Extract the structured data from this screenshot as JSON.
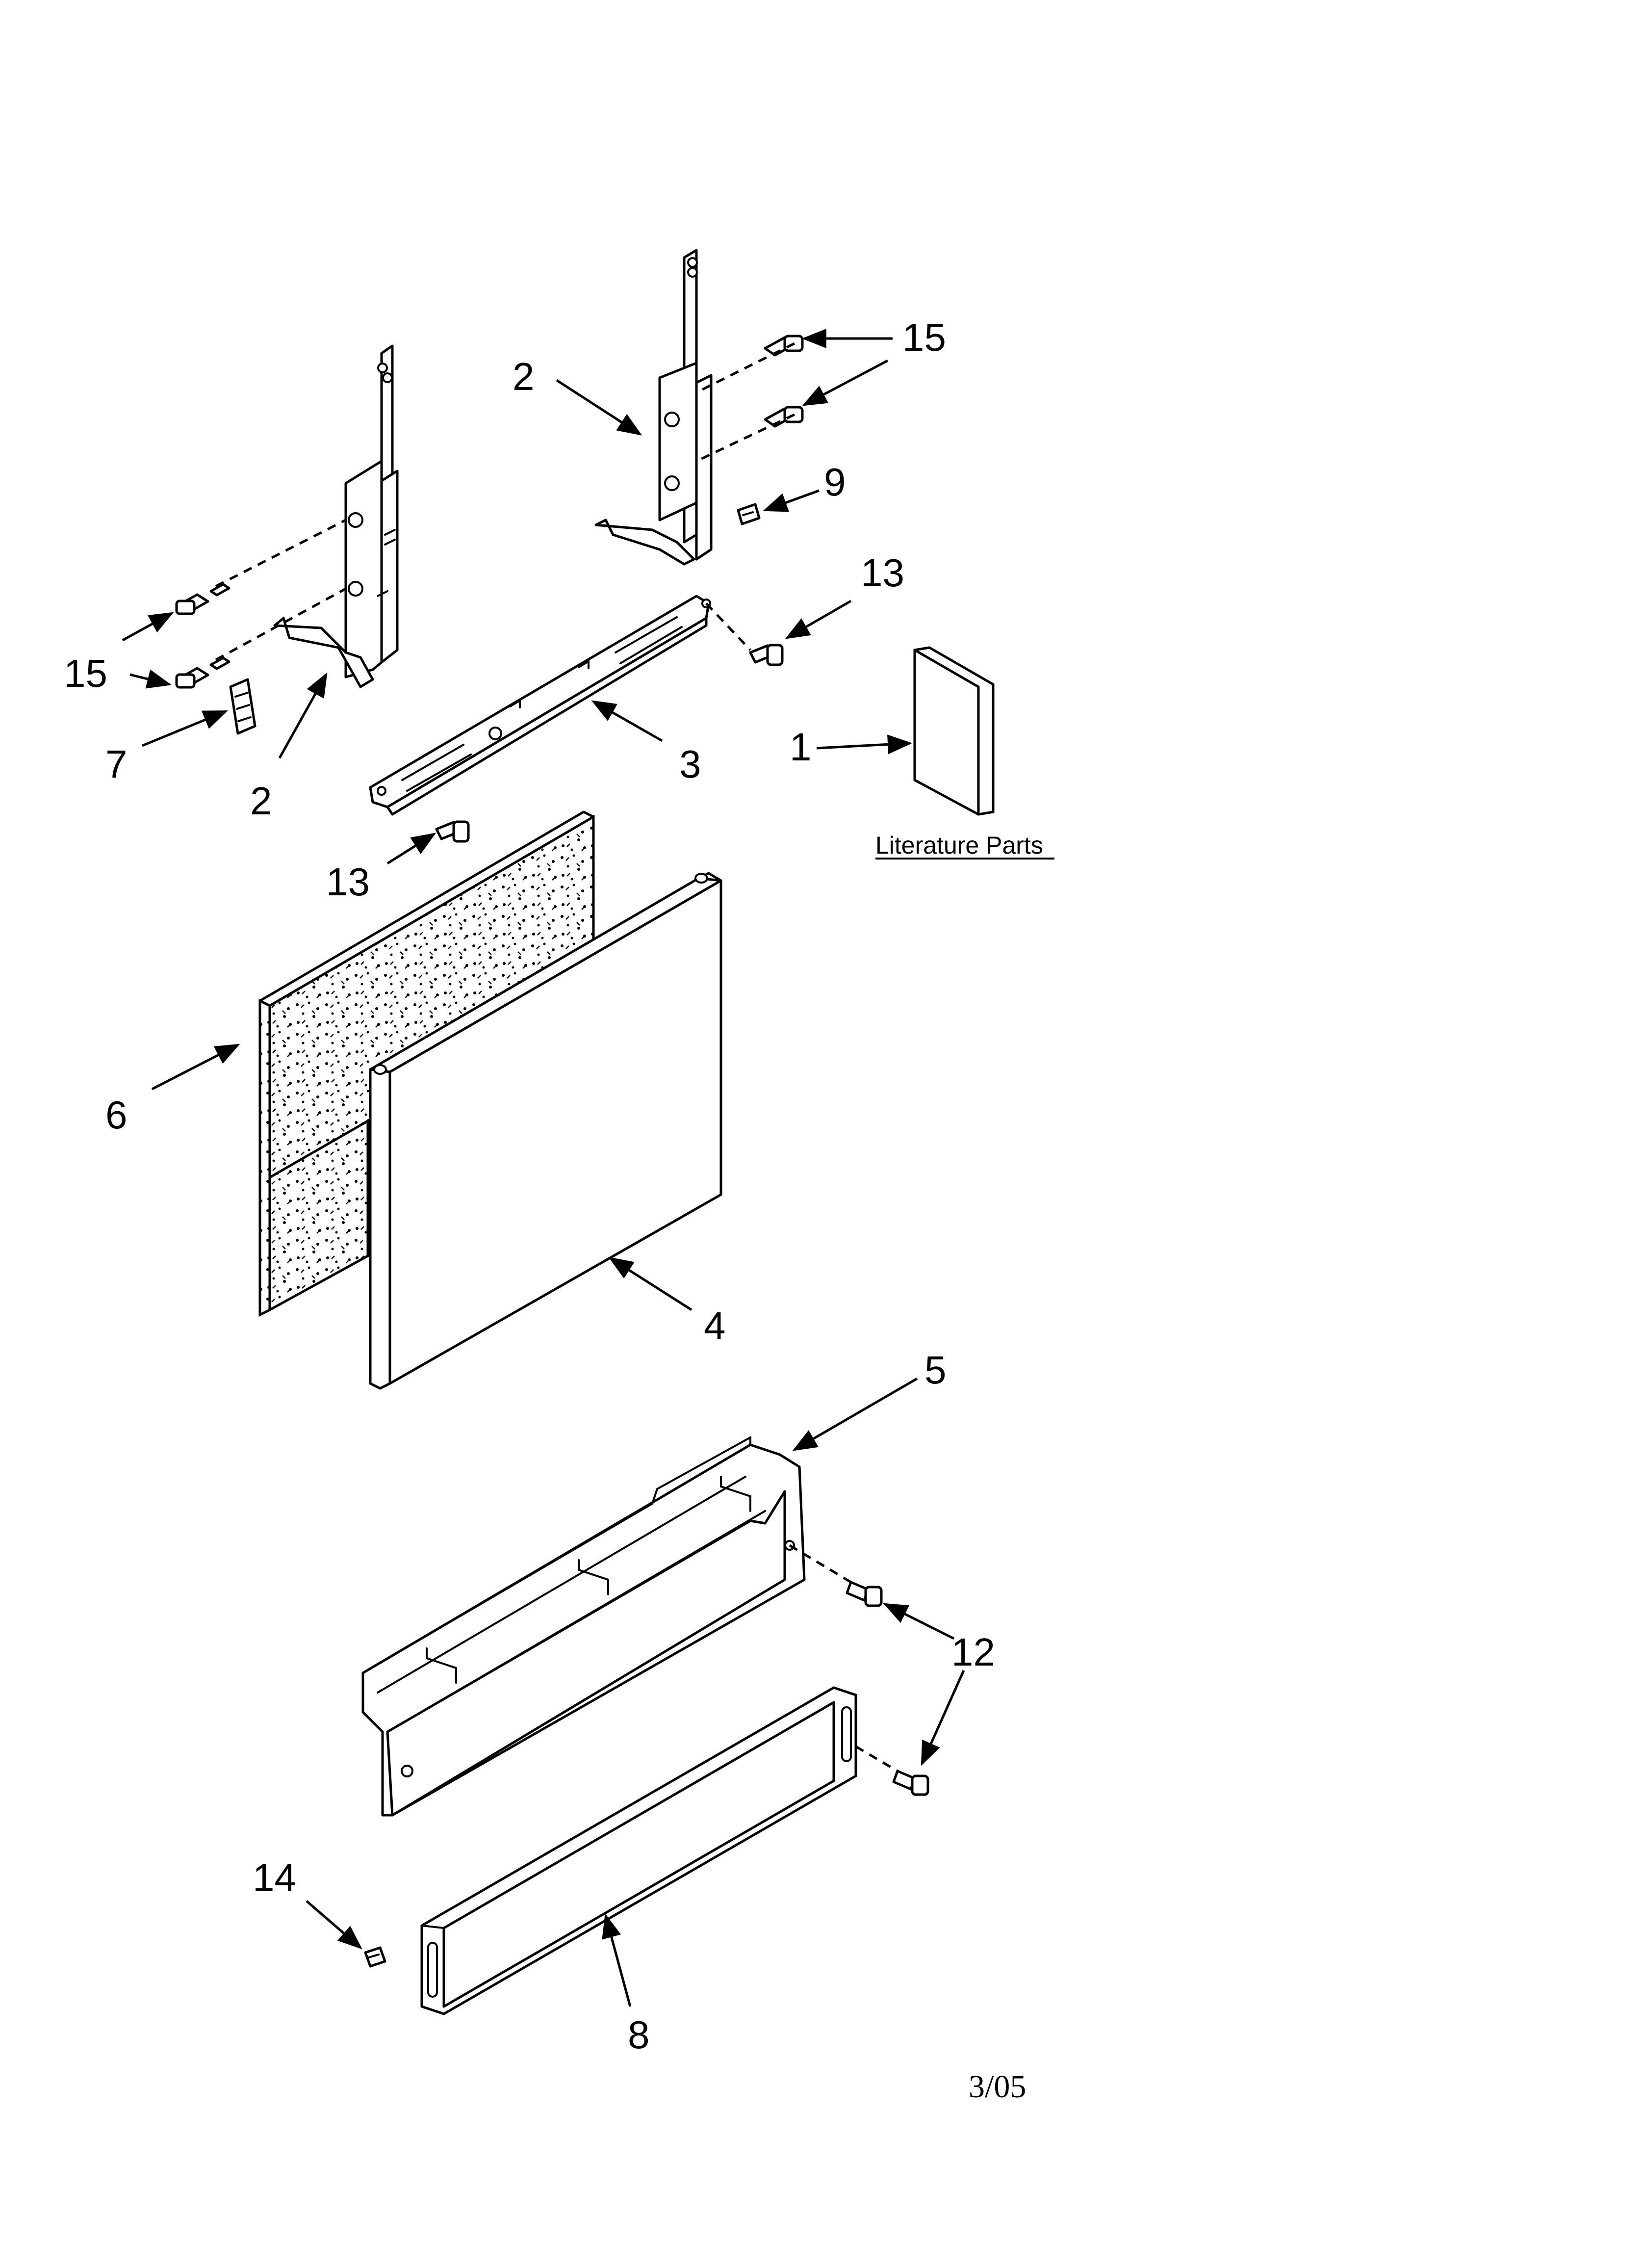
{
  "diagram": {
    "callouts": [
      "1",
      "2",
      "2",
      "3",
      "4",
      "5",
      "6",
      "7",
      "8",
      "9",
      "12",
      "13",
      "13",
      "14",
      "15",
      "15"
    ],
    "literature_label": "Literature Parts",
    "revision_date": "3/05"
  }
}
